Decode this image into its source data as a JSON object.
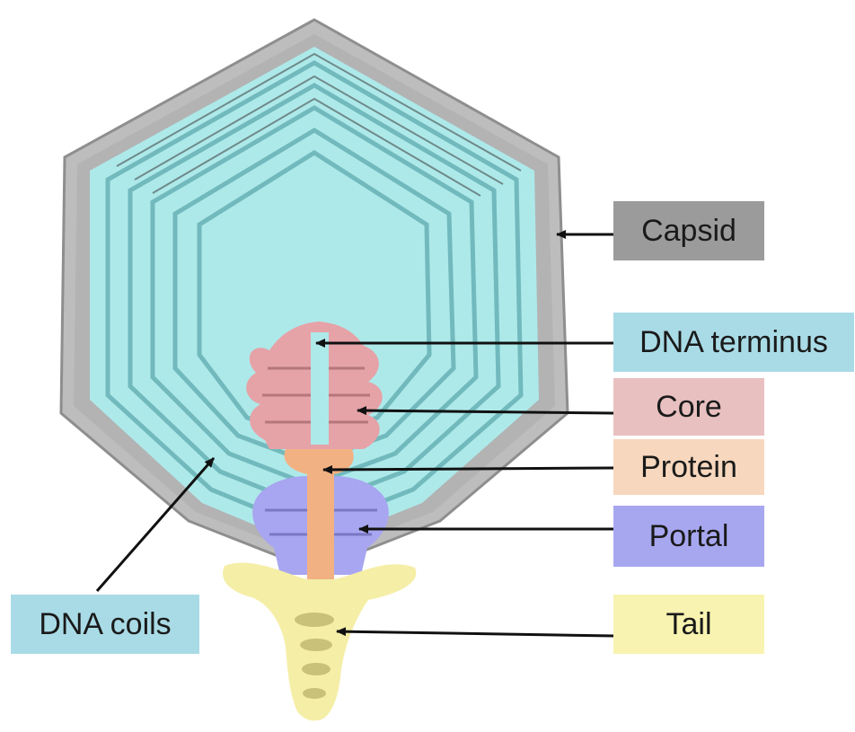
{
  "labels": {
    "capsid": "Capsid",
    "dna_terminus": "DNA terminus",
    "core": "Core",
    "protein": "Protein",
    "portal": "Portal",
    "tail": "Tail",
    "dna_coils": "DNA coils"
  },
  "colors": {
    "capsid_label": "#9b9b9b",
    "dna_label": "#a9dbe6",
    "core_label": "#e8c0c0",
    "protein_label": "#f7d7bd",
    "portal_label": "#a7a7f0",
    "tail_label": "#f8f3b0",
    "capsid_shell": "#b8b8b8",
    "dna": "#aee9ea",
    "core": "#e5a3a8",
    "protein": "#f2b183",
    "portal": "#a8a6f0",
    "tail": "#f5eea6"
  },
  "icons": [
    "arrow-icon"
  ]
}
